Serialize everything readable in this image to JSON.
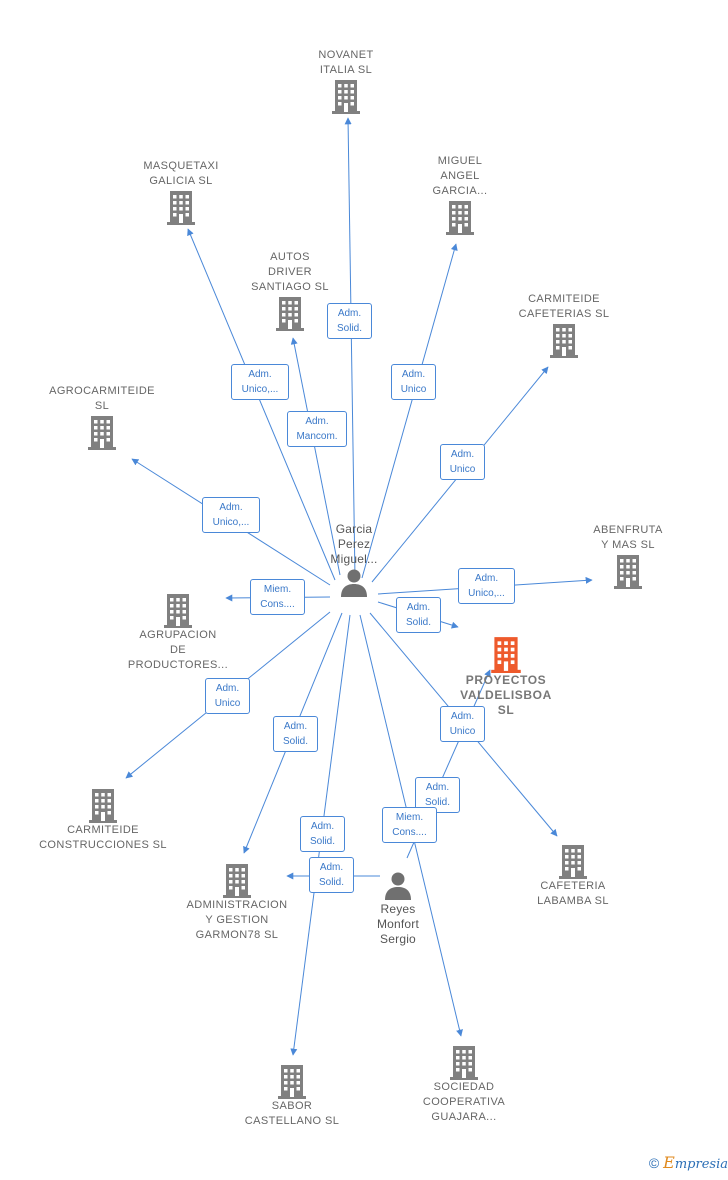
{
  "colors": {
    "edge": "#4a88d8",
    "building": "#808080",
    "focus_building": "#ee5a2c",
    "person": "#707070",
    "tag_border": "#4a88d8",
    "tag_text": "#3a78c8"
  },
  "nodes": {
    "novanet": {
      "label": "NOVANET\nITALIA  SL",
      "icon": "building-icon"
    },
    "masquetaxi": {
      "label": "MASQUETAXI\nGALICIA  SL",
      "icon": "building-icon"
    },
    "miguel_angel": {
      "label": "MIGUEL\nANGEL\nGARCIA...",
      "icon": "building-icon"
    },
    "autos_driver": {
      "label": "AUTOS\nDRIVER\nSANTIAGO  SL",
      "icon": "building-icon"
    },
    "carmiteide_cafeterias": {
      "label": "CARMITEIDE\nCAFETERIAS SL",
      "icon": "building-icon"
    },
    "agrocarmiteide": {
      "label": "AGROCARMITEIDE\nSL",
      "icon": "building-icon"
    },
    "abenfruta": {
      "label": "ABENFRUTA\nY MAS  SL",
      "icon": "building-icon"
    },
    "garcia_perez": {
      "label": "Garcia\nPerez\nMiguel...",
      "icon": "person-icon"
    },
    "agrupacion": {
      "label": "AGRUPACION\nDE\nPRODUCTORES...",
      "icon": "building-icon"
    },
    "proyectos": {
      "label": "PROYECTOS\nVALDELISBOA\nSL",
      "icon": "building-icon"
    },
    "carmiteide_construcciones": {
      "label": "CARMITEIDE\nCONSTRUCCIONES SL",
      "icon": "building-icon"
    },
    "administracion": {
      "label": "ADMINISTRACION\nY GESTION\nGARMON78 SL",
      "icon": "building-icon"
    },
    "reyes": {
      "label": "Reyes\nMonfort\nSergio",
      "icon": "person-icon"
    },
    "cafeteria_labamba": {
      "label": "CAFETERIA\nLABAMBA  SL",
      "icon": "building-icon"
    },
    "sabor": {
      "label": "SABOR\nCASTELLANO SL",
      "icon": "building-icon"
    },
    "sociedad": {
      "label": "SOCIEDAD\nCOOPERATIVA\nGUAJARA...",
      "icon": "building-icon"
    }
  },
  "edge_labels": {
    "novanet": "Adm.\nSolid.",
    "masquetaxi": "Adm.\nUnico,...",
    "autos_driver": "Adm.\nMancom.",
    "miguel_angel": "Adm.\nUnico",
    "carmiteide_cafeterias": "Adm.\nUnico",
    "agrocarmiteide": "Adm.\nUnico,...",
    "abenfruta": "Adm.\nUnico,...",
    "agrupacion": "Miem.\nCons....",
    "proyectos": "Adm.\nSolid.",
    "carmiteide_construcciones": "Adm.\nUnico",
    "administracion_gp": "Adm.\nSolid.",
    "sabor": "Adm.\nSolid.",
    "cafeteria_labamba": "Adm.\nUnico",
    "sociedad": "Miem.\nCons....",
    "administracion_reyes": "Adm.\nSolid.",
    "proyectos_reyes": "Adm.\nSolid."
  },
  "footer": {
    "copyright": "©",
    "brand_initial": "E",
    "brand_rest": "mpresia"
  }
}
